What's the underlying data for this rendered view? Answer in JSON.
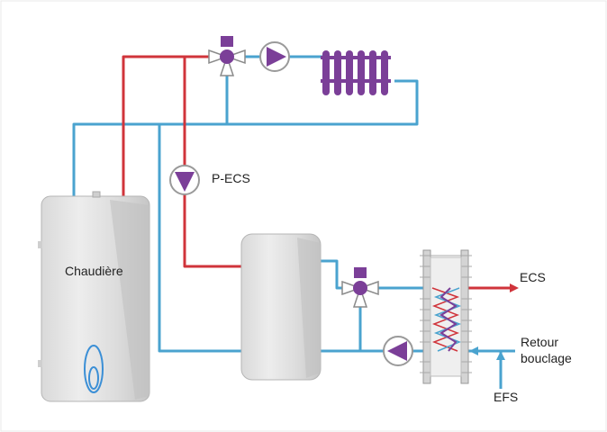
{
  "labels": {
    "boiler": "Chaudière",
    "dhw_pump": "P-ECS",
    "ecs": "ECS",
    "retour_line1": "Retour",
    "retour_line2": "bouclage",
    "efs": "EFS"
  },
  "colors": {
    "hot_pipe": "#d0343b",
    "cold_pipe": "#4aa3cf",
    "component_purple": "#7b3f98",
    "tank_light": "#e6e6e6",
    "tank_dark": "#b9b9b9",
    "flame": "#3b8fd6"
  },
  "icons": {
    "pump": "pump-icon",
    "valve": "three-way-valve-icon",
    "radiator": "radiator-icon",
    "heat_exchanger": "plate-heat-exchanger-icon"
  }
}
